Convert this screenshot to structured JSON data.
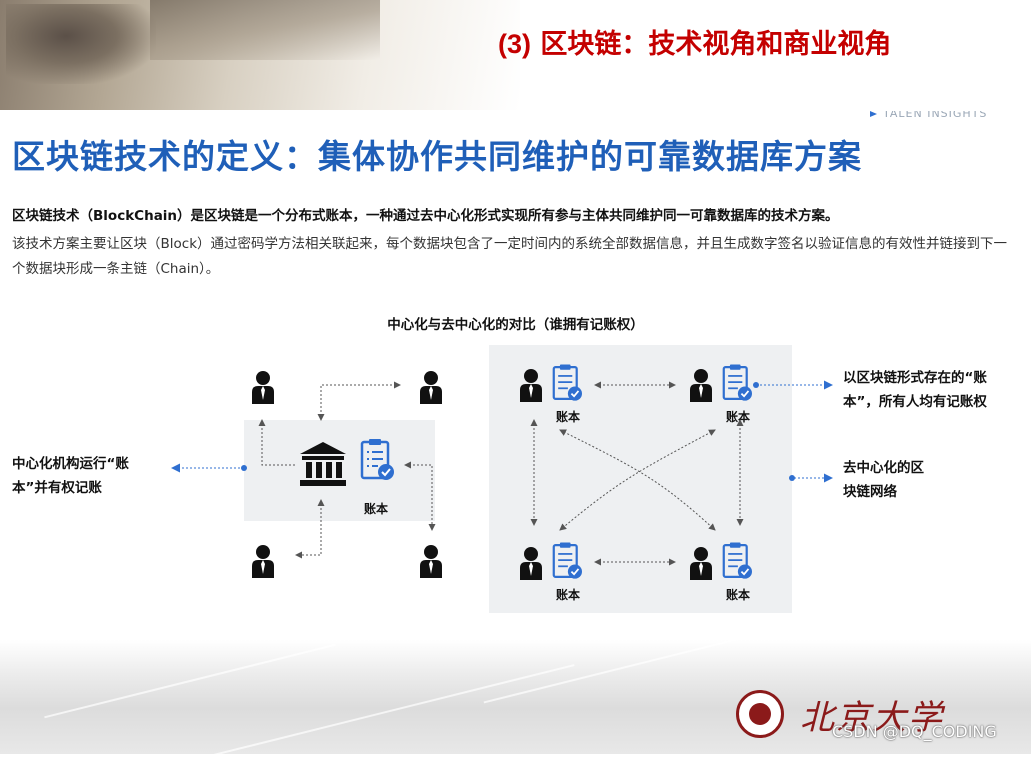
{
  "header": {
    "slide_title_num": "(3)",
    "slide_title_text": "区块链：技术视角和商业视角",
    "brand_tag": "TALEN INSIGHTS"
  },
  "main": {
    "heading": "区块链技术的定义：集体协作共同维护的可靠数据库方案",
    "definition_bold": "区块链技术（BlockChain）是区块链是一个分布式账本，一种通过去中心化形式实现所有参与主体共同维护同一可靠数据库的技术方案。",
    "definition_para": "该技术方案主要让区块（Block）通过密码学方法相关联起来，每个数据块包含了一定时间内的系统全部数据信息，并且生成数字签名以验证信息的有效性并链接到下一个数据块形成一条主链（Chain）。"
  },
  "diagram": {
    "title": "中心化与去中心化的对比（谁拥有记账权）",
    "ledger_label": "账本",
    "left_label_line1": "中心化机构运行“账",
    "left_label_line2": "本”并有权记账",
    "right_top_line1": "以区块链形式存在的“账",
    "right_top_line2": "本”，所有人均有记账权",
    "right_mid_line1": "去中心化的区",
    "right_mid_line2": "块链网络",
    "colors": {
      "accent": "#2f6fd0",
      "arrow": "#555555",
      "panel": "#eef0f2",
      "title_red": "#c40000",
      "heading_blue": "#1f5fb8"
    }
  },
  "footer": {
    "university_name": "北京大学",
    "watermark": "CSDN @DQ_CODING"
  }
}
